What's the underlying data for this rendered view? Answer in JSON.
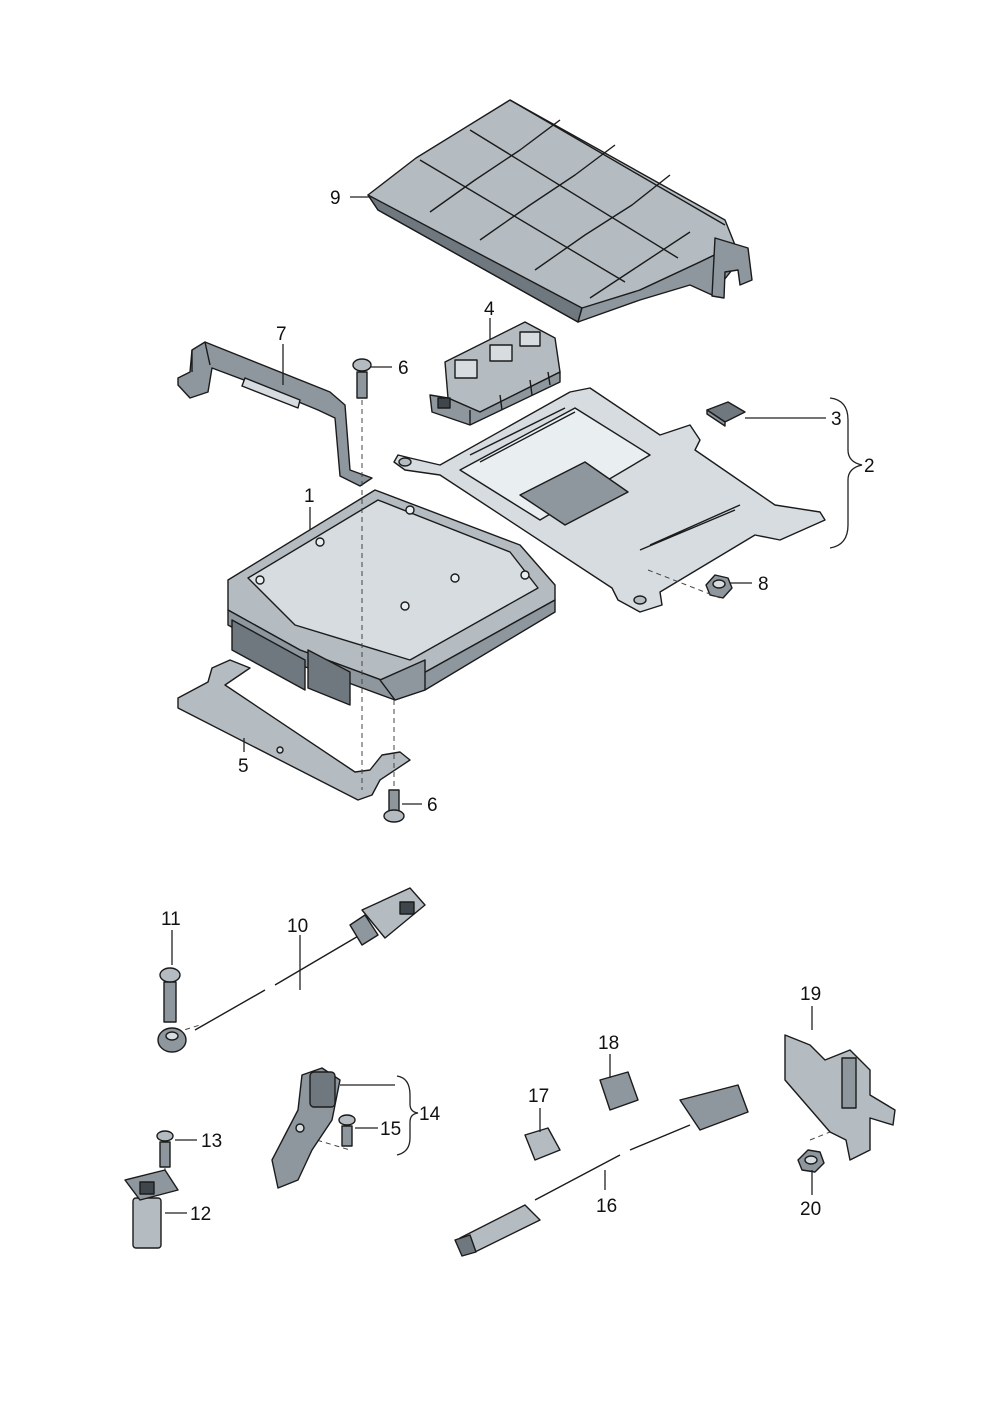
{
  "callouts": {
    "c1": "1",
    "c2": "2",
    "c3": "3",
    "c4": "4",
    "c5": "5",
    "c6a": "6",
    "c6b": "6",
    "c7": "7",
    "c8": "8",
    "c9": "9",
    "c10": "10",
    "c11": "11",
    "c12": "12",
    "c13": "13",
    "c14": "14",
    "c15": "15",
    "c16": "16",
    "c17": "17",
    "c18": "18",
    "c19": "19",
    "c20": "20"
  },
  "colors": {
    "part_light": "#b4bcc2",
    "part_mid": "#8e979e",
    "part_dark": "#6f787f",
    "outline": "#1b1b1b",
    "background": "#ffffff"
  }
}
